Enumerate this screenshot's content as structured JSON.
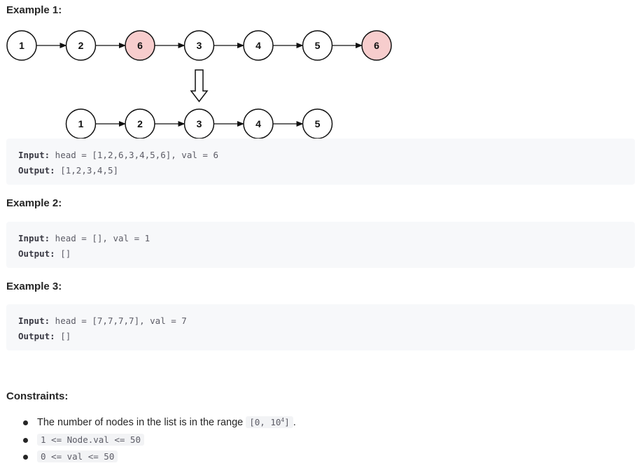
{
  "examples": [
    {
      "heading": "Example 1:",
      "diagram": {
        "input_list": [
          "1",
          "2",
          "6",
          "3",
          "4",
          "5",
          "6"
        ],
        "removed_values": [
          "6"
        ],
        "output_list": [
          "1",
          "2",
          "3",
          "4",
          "5"
        ]
      },
      "input_label": "Input:",
      "input_text": " head = [1,2,6,3,4,5,6], val = 6",
      "output_label": "Output:",
      "output_text": " [1,2,3,4,5]"
    },
    {
      "heading": "Example 2:",
      "input_label": "Input:",
      "input_text": " head = [], val = 1",
      "output_label": "Output:",
      "output_text": " []"
    },
    {
      "heading": "Example 3:",
      "input_label": "Input:",
      "input_text": " head = [7,7,7,7], val = 7",
      "output_label": "Output:",
      "output_text": " []"
    }
  ],
  "constraints": {
    "heading": "Constraints:",
    "item0_text": "The number of nodes in the list is in the range ",
    "item0_code_prefix": "[0, 10",
    "item0_code_sup": "4",
    "item0_code_suffix": "]",
    "item0_end": ".",
    "item1_code": "1 <= Node.val <= 50",
    "item2_code": "0 <= val <= 50"
  },
  "colors": {
    "highlight_node_fill": "#f7cdcd",
    "code_background": "#f7f8fa",
    "text": "#262626"
  }
}
